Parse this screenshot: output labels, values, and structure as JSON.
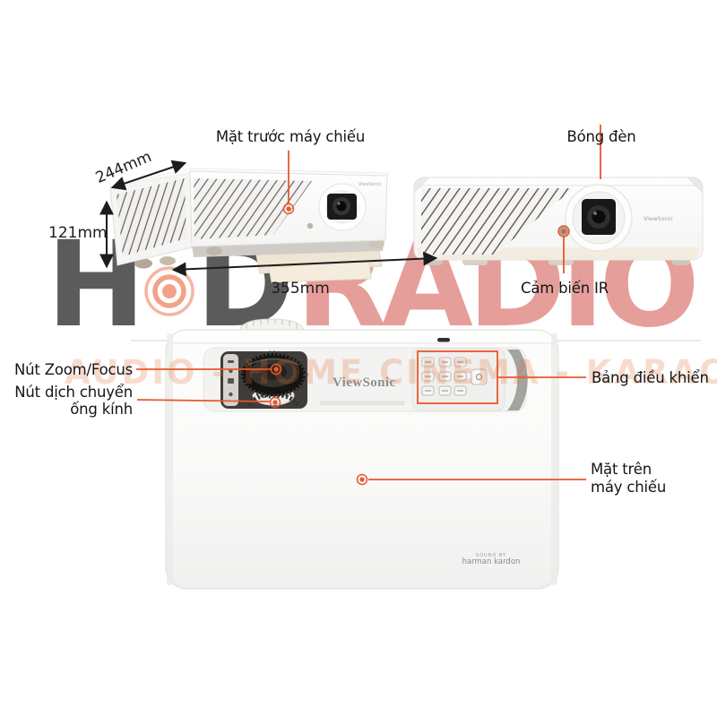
{
  "page": {
    "background": "#ffffff",
    "accent_color": "#e8572c",
    "dimension_color": "#1c1c1c",
    "label_color": "#161616"
  },
  "watermark": {
    "logo_h": "H",
    "logo_d": "D",
    "logo_radio": "RADIO",
    "tagline": "AUDIO - HOME CINEMA - KARAOKE",
    "logo_dark_color": "#3f3f3f",
    "logo_red_color": "#cf4038",
    "tagline_color": "#e07038"
  },
  "callouts": {
    "front_face": "Mặt trước máy chiếu",
    "lamp": "Bóng đèn",
    "ir_sensor": "Cảm biến IR",
    "zoom_focus": "Nút Zoom/Focus",
    "lens_shift_line1": "Nút dịch chuyển",
    "lens_shift_line2": "ống kính",
    "control_panel": "Bảng điều khiển",
    "top_face_line1": "Mặt trên",
    "top_face_line2": "máy chiếu"
  },
  "dimensions": {
    "depth": "244mm",
    "height": "121mm",
    "width": "355mm"
  },
  "product": {
    "brand": "ViewSonic",
    "audio_partner_prefix": "SOUND BY",
    "audio_partner": "harman kardon"
  }
}
